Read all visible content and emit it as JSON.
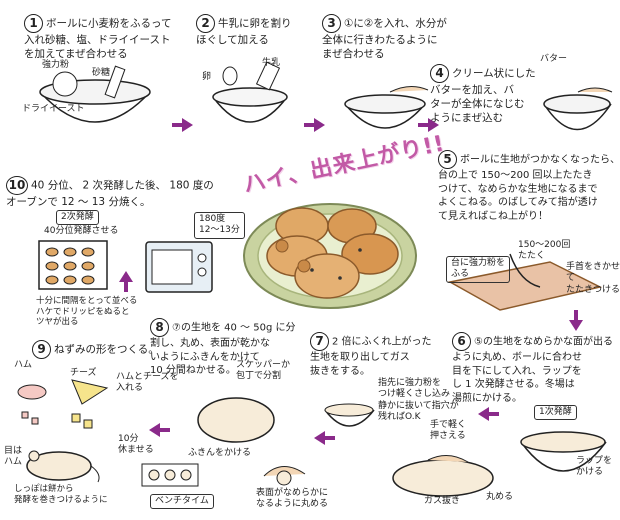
{
  "colors": {
    "arrow": "#8a2a8a",
    "headline": "#c25aa6",
    "bread": "#e0a866",
    "plate": "#c9d3a0"
  },
  "headline": "ハイ、出来上がり!!",
  "steps": [
    {
      "num": "1",
      "text": "ボールに小麦粉をふるって\n入れ砂糖、塩、ドライイースト\nを加えてまぜ合わせる"
    },
    {
      "num": "2",
      "text": "牛乳に卵を割り\nほぐして加える"
    },
    {
      "num": "3",
      "text": "①に②を入れ、水分が\n全体に行きわたるように\nまぜ合わせる"
    },
    {
      "num": "4",
      "text": "クリーム状にした\nバターを加え、バ\nターが全体になじむ\nようにまぜ込む"
    },
    {
      "num": "5",
      "text": "ボールに生地がつかなくなったら、\n台の上で 150～200 回以上たたき\nつけて、なめらかな生地になるまで\nよくこねる。のばしてみて指が透け\nて見えればこね上がり！"
    },
    {
      "num": "6",
      "text": "⑤の生地をなめらかな面が出る\nように丸め、ボールに合わせ\n目を下にして入れ、ラップを\nし 1 次発酵させる。冬場は\n湯煎にかける。"
    },
    {
      "num": "7",
      "text": "2 倍にふくれ上がった\n生地を取り出してガス\n抜きをする。"
    },
    {
      "num": "8",
      "text": "⑦の生地を 40 ～ 50g に分\n割し、丸め、表面が乾かな\nいようにふきんをかけて\n10 分間ねかせる。"
    },
    {
      "num": "9",
      "text": "ねずみの形をつくる。"
    },
    {
      "num": "10",
      "text": "40 分位、 2 次発酵した後、 180 度の\nオーブンで 12 ～ 13 分焼く。"
    }
  ],
  "notes": {
    "flour": "強力粉",
    "sugar": "砂糖",
    "yeast": "ドライイースト",
    "egg": "卵",
    "milk": "牛乳",
    "butter": "バター",
    "knead_count": "150～200回\nたたく",
    "board": "台に強力粉を\nふる",
    "hand_slap": "手首をきかせて\nたたきつける",
    "first_rise": "1次発酵",
    "wrap": "ラップを\nかける",
    "round": "丸める",
    "press": "手で軽く\n押さえる",
    "degas": "ガス抜き",
    "finger_test": "指先に強力粉を\nつけ軽くさし込み\n静かに抜いて指穴が\n残ればO.K",
    "scraper": "スケッパーか\n包丁で分割",
    "cloth": "ふきんをかける",
    "smooth": "表面がなめらかに\nなるように丸める",
    "bench": "ベンチタイム",
    "rest10": "10分\n休ませる",
    "ham_cheese": "ハムとチーズを\n入れる",
    "ham": "ハム",
    "cheese": "チーズ",
    "eyes": "目は\nハム",
    "tail": "しっぽは餅から\n発酵を巻きつけるように",
    "second_rise": "2次発酵",
    "second_rise_time": "40分位発酵させる",
    "egg_wash": "十分に間隔をとって並べる\nハケでドリッピをぬると\nツヤが出る",
    "oven_temp": "180度\n12～13分"
  }
}
